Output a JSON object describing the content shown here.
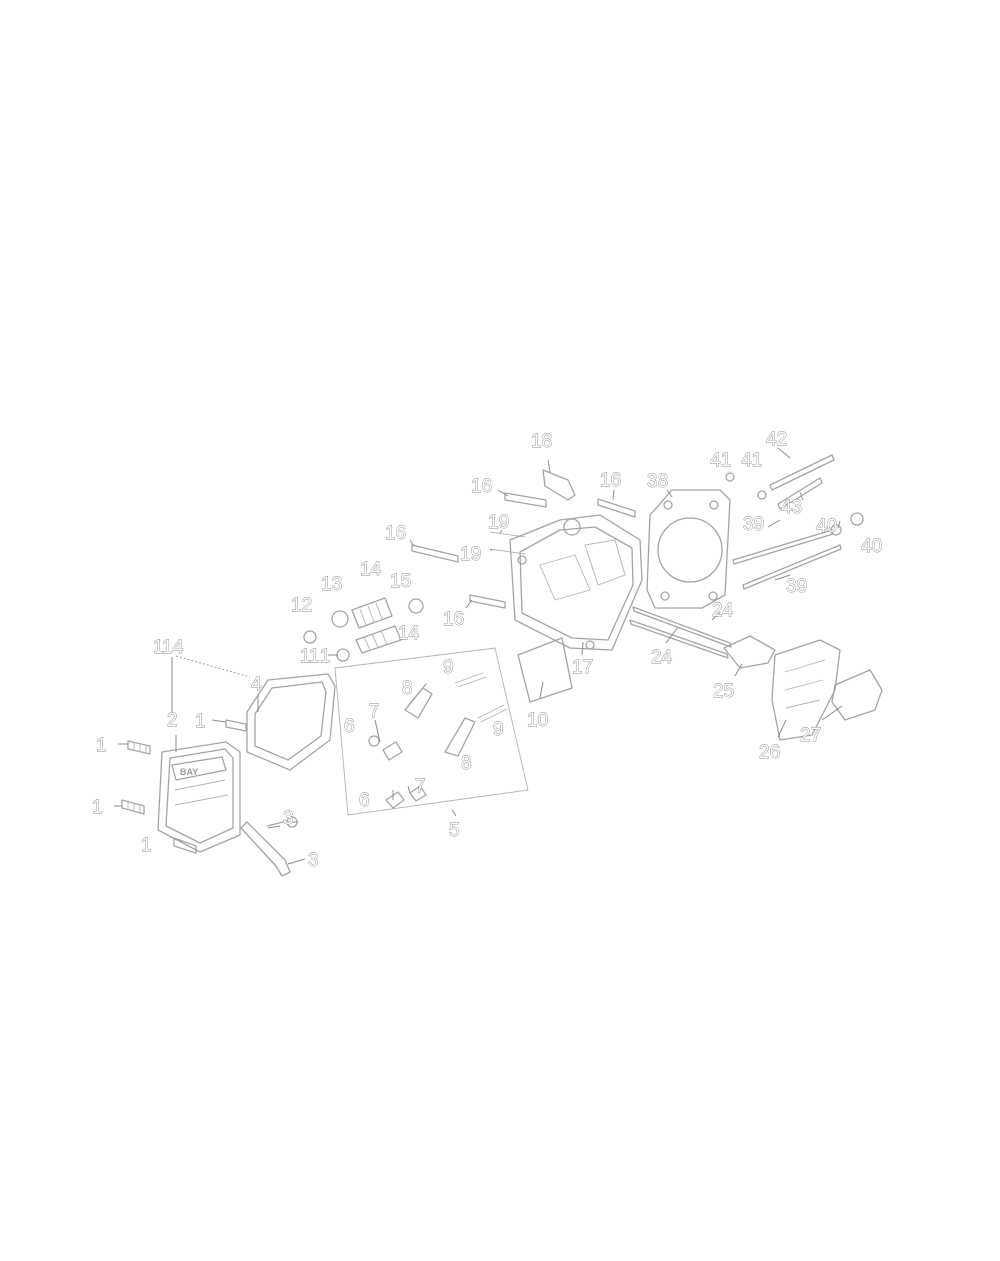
{
  "callouts": [
    {
      "id": "c1a",
      "text": "1"
    },
    {
      "id": "c1b",
      "text": "1"
    },
    {
      "id": "c1c",
      "text": "1"
    },
    {
      "id": "c1d",
      "text": "1"
    },
    {
      "id": "c1e",
      "text": "1"
    },
    {
      "id": "c2",
      "text": "2"
    },
    {
      "id": "c3a",
      "text": "3"
    },
    {
      "id": "c3b",
      "text": "3"
    },
    {
      "id": "c4",
      "text": "4"
    },
    {
      "id": "c5",
      "text": "5"
    },
    {
      "id": "c6a",
      "text": "6"
    },
    {
      "id": "c6b",
      "text": "6"
    },
    {
      "id": "c7a",
      "text": "7"
    },
    {
      "id": "c7b",
      "text": "7"
    },
    {
      "id": "c8a",
      "text": "8"
    },
    {
      "id": "c8b",
      "text": "8"
    },
    {
      "id": "c9a",
      "text": "9"
    },
    {
      "id": "c9b",
      "text": "9"
    },
    {
      "id": "c10",
      "text": "10"
    },
    {
      "id": "c11",
      "text": "11"
    },
    {
      "id": "c12",
      "text": "12"
    },
    {
      "id": "c13",
      "text": "13"
    },
    {
      "id": "c14a",
      "text": "14"
    },
    {
      "id": "c14b",
      "text": "14"
    },
    {
      "id": "c15",
      "text": "15"
    },
    {
      "id": "c16a",
      "text": "16"
    },
    {
      "id": "c16b",
      "text": "16"
    },
    {
      "id": "c16c",
      "text": "16"
    },
    {
      "id": "c16d",
      "text": "16"
    },
    {
      "id": "c17",
      "text": "17"
    },
    {
      "id": "c18",
      "text": "18"
    },
    {
      "id": "c19a",
      "text": "19"
    },
    {
      "id": "c19b",
      "text": "19"
    },
    {
      "id": "c24a",
      "text": "24"
    },
    {
      "id": "c24b",
      "text": "24"
    },
    {
      "id": "c25",
      "text": "25"
    },
    {
      "id": "c26",
      "text": "26"
    },
    {
      "id": "c27",
      "text": "27"
    },
    {
      "id": "c38",
      "text": "38"
    },
    {
      "id": "c39a",
      "text": "39"
    },
    {
      "id": "c39b",
      "text": "39"
    },
    {
      "id": "c40a",
      "text": "40"
    },
    {
      "id": "c40b",
      "text": "40"
    },
    {
      "id": "c41a",
      "text": "41"
    },
    {
      "id": "c41b",
      "text": "41"
    },
    {
      "id": "c42",
      "text": "42"
    },
    {
      "id": "c43",
      "text": "43"
    },
    {
      "id": "c114",
      "text": "114"
    }
  ]
}
